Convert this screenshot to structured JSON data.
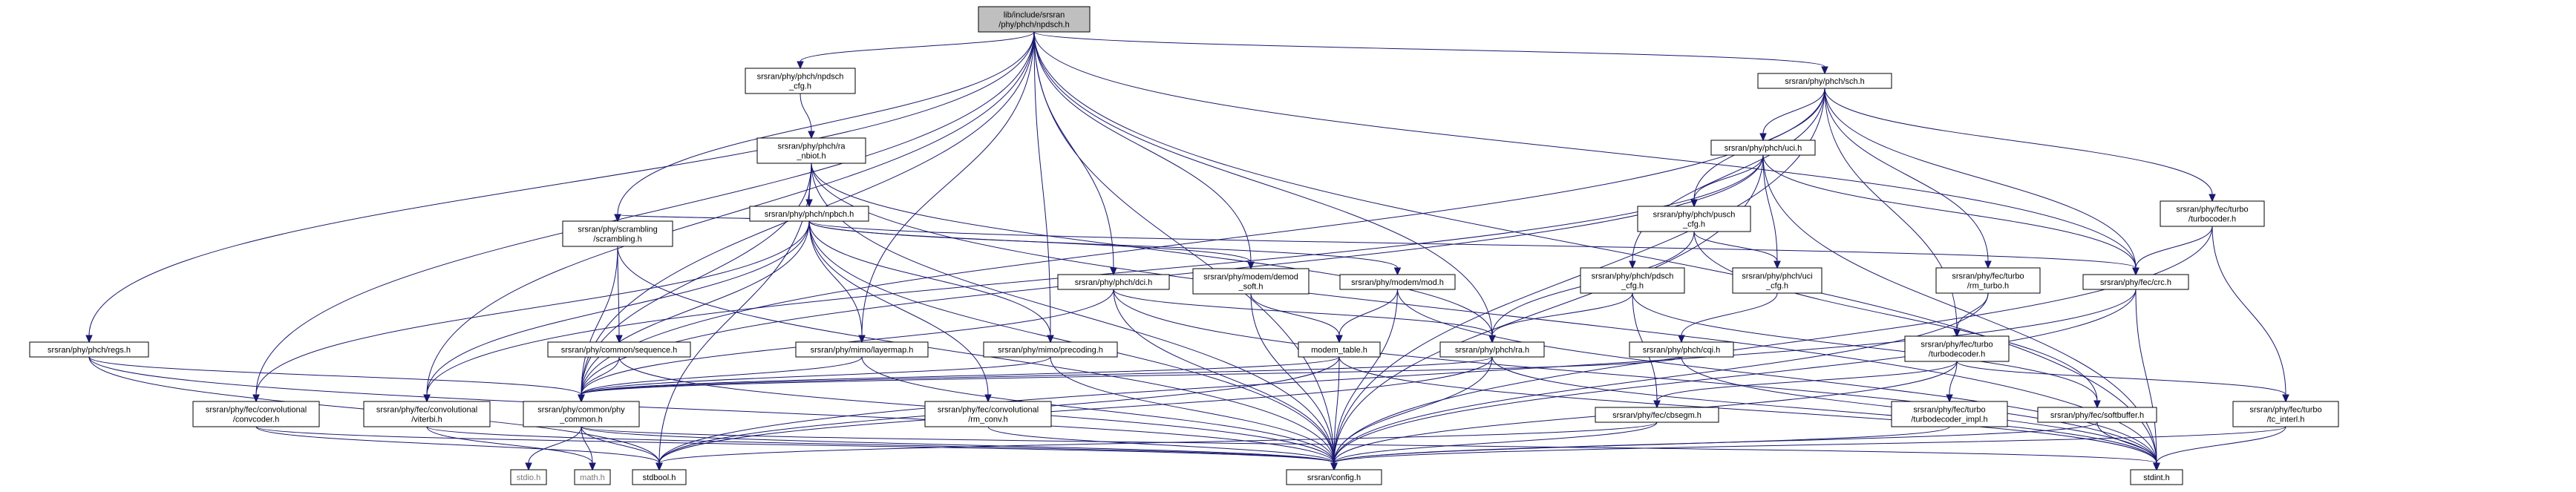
{
  "colors": {
    "edge": "#191970",
    "root_fill": "#bfbfbf",
    "node_fill": "#ffffff",
    "external_text": "#777777"
  },
  "nodes": [
    {
      "id": "root",
      "lines": [
        "lib/include/srsran",
        "/phy/phch/npdsch.h"
      ],
      "kind": "root"
    },
    {
      "id": "npdsch_cfg",
      "lines": [
        "srsran/phy/phch/npdsch",
        "_cfg.h"
      ]
    },
    {
      "id": "sch",
      "lines": [
        "srsran/phy/phch/sch.h"
      ]
    },
    {
      "id": "ra_nbiot",
      "lines": [
        "srsran/phy/phch/ra",
        "_nbiot.h"
      ]
    },
    {
      "id": "uci",
      "lines": [
        "srsran/phy/phch/uci.h"
      ]
    },
    {
      "id": "npbch",
      "lines": [
        "srsran/phy/phch/npbch.h"
      ]
    },
    {
      "id": "pusch_cfg",
      "lines": [
        "srsran/phy/phch/pusch",
        "_cfg.h"
      ]
    },
    {
      "id": "turbocoder",
      "lines": [
        "srsran/phy/fec/turbo",
        "/turbocoder.h"
      ]
    },
    {
      "id": "scrambling",
      "lines": [
        "srsran/phy/scrambling",
        "/scrambling.h"
      ]
    },
    {
      "id": "dci",
      "lines": [
        "srsran/phy/phch/dci.h"
      ]
    },
    {
      "id": "demod_soft",
      "lines": [
        "srsran/phy/modem/demod",
        "_soft.h"
      ]
    },
    {
      "id": "mod",
      "lines": [
        "srsran/phy/modem/mod.h"
      ]
    },
    {
      "id": "pdsch_cfg",
      "lines": [
        "srsran/phy/phch/pdsch",
        "_cfg.h"
      ]
    },
    {
      "id": "uci_cfg",
      "lines": [
        "srsran/phy/phch/uci",
        "_cfg.h"
      ]
    },
    {
      "id": "rm_turbo",
      "lines": [
        "srsran/phy/fec/turbo",
        "/rm_turbo.h"
      ]
    },
    {
      "id": "crc",
      "lines": [
        "srsran/phy/fec/crc.h"
      ]
    },
    {
      "id": "regs",
      "lines": [
        "srsran/phy/phch/regs.h"
      ]
    },
    {
      "id": "sequence",
      "lines": [
        "srsran/phy/common/sequence.h"
      ]
    },
    {
      "id": "layermap",
      "lines": [
        "srsran/phy/mimo/layermap.h"
      ]
    },
    {
      "id": "precoding",
      "lines": [
        "srsran/phy/mimo/precoding.h"
      ]
    },
    {
      "id": "modem_table",
      "lines": [
        "modem_table.h"
      ]
    },
    {
      "id": "ra",
      "lines": [
        "srsran/phy/phch/ra.h"
      ]
    },
    {
      "id": "cqi",
      "lines": [
        "srsran/phy/phch/cqi.h"
      ]
    },
    {
      "id": "turbodecoder",
      "lines": [
        "srsran/phy/fec/turbo",
        "/turbodecoder.h"
      ]
    },
    {
      "id": "convcoder",
      "lines": [
        "srsran/phy/fec/convolutional",
        "/convcoder.h"
      ]
    },
    {
      "id": "viterbi",
      "lines": [
        "srsran/phy/fec/convolutional",
        "/viterbi.h"
      ]
    },
    {
      "id": "phy_common",
      "lines": [
        "srsran/phy/common/phy",
        "_common.h"
      ]
    },
    {
      "id": "rm_conv",
      "lines": [
        "srsran/phy/fec/convolutional",
        "/rm_conv.h"
      ]
    },
    {
      "id": "cbsegm",
      "lines": [
        "srsran/phy/fec/cbsegm.h"
      ]
    },
    {
      "id": "td_impl",
      "lines": [
        "srsran/phy/fec/turbo",
        "/turbodecoder_impl.h"
      ]
    },
    {
      "id": "softbuffer",
      "lines": [
        "srsran/phy/fec/softbuffer.h"
      ]
    },
    {
      "id": "tc_interl",
      "lines": [
        "srsran/phy/fec/turbo",
        "/tc_interl.h"
      ]
    },
    {
      "id": "stdio",
      "lines": [
        "stdio.h"
      ],
      "kind": "ext"
    },
    {
      "id": "math",
      "lines": [
        "math.h"
      ],
      "kind": "ext"
    },
    {
      "id": "stdbool",
      "lines": [
        "stdbool.h"
      ]
    },
    {
      "id": "config",
      "lines": [
        "srsran/config.h"
      ]
    },
    {
      "id": "stdint",
      "lines": [
        "stdint.h"
      ]
    }
  ],
  "edges": [
    [
      "root",
      "npdsch_cfg"
    ],
    [
      "root",
      "sch"
    ],
    [
      "root",
      "scrambling"
    ],
    [
      "root",
      "dci"
    ],
    [
      "root",
      "demod_soft"
    ],
    [
      "root",
      "layermap"
    ],
    [
      "root",
      "precoding"
    ],
    [
      "root",
      "regs"
    ],
    [
      "root",
      "phy_common"
    ],
    [
      "root",
      "config"
    ],
    [
      "root",
      "crc"
    ],
    [
      "root",
      "viterbi"
    ],
    [
      "root",
      "convcoder"
    ],
    [
      "root",
      "stdint"
    ],
    [
      "root",
      "ra"
    ],
    [
      "npdsch_cfg",
      "ra_nbiot"
    ],
    [
      "ra_nbiot",
      "npbch"
    ],
    [
      "ra_nbiot",
      "phy_common"
    ],
    [
      "ra_nbiot",
      "config"
    ],
    [
      "ra_nbiot",
      "ra"
    ],
    [
      "ra_nbiot",
      "stdint"
    ],
    [
      "ra_nbiot",
      "stdbool"
    ],
    [
      "sch",
      "uci"
    ],
    [
      "sch",
      "pusch_cfg"
    ],
    [
      "sch",
      "pdsch_cfg"
    ],
    [
      "sch",
      "rm_turbo"
    ],
    [
      "sch",
      "turbocoder"
    ],
    [
      "sch",
      "turbodecoder"
    ],
    [
      "sch",
      "crc"
    ],
    [
      "sch",
      "phy_common"
    ],
    [
      "sch",
      "config"
    ],
    [
      "uci",
      "pusch_cfg"
    ],
    [
      "uci",
      "uci_cfg"
    ],
    [
      "uci",
      "crc"
    ],
    [
      "uci",
      "phy_common"
    ],
    [
      "uci",
      "config"
    ],
    [
      "uci",
      "viterbi"
    ],
    [
      "uci",
      "stdint"
    ],
    [
      "npbch",
      "scrambling"
    ],
    [
      "npbch",
      "demod_soft"
    ],
    [
      "npbch",
      "mod"
    ],
    [
      "npbch",
      "layermap"
    ],
    [
      "npbch",
      "precoding"
    ],
    [
      "npbch",
      "crc"
    ],
    [
      "npbch",
      "convcoder"
    ],
    [
      "npbch",
      "viterbi"
    ],
    [
      "npbch",
      "rm_conv"
    ],
    [
      "npbch",
      "phy_common"
    ],
    [
      "npbch",
      "config"
    ],
    [
      "pusch_cfg",
      "uci_cfg"
    ],
    [
      "pusch_cfg",
      "ra"
    ],
    [
      "pusch_cfg",
      "softbuffer"
    ],
    [
      "turbocoder",
      "crc"
    ],
    [
      "turbocoder",
      "tc_interl"
    ],
    [
      "turbocoder",
      "config"
    ],
    [
      "scrambling",
      "sequence"
    ],
    [
      "scrambling",
      "phy_common"
    ],
    [
      "scrambling",
      "config"
    ],
    [
      "dci",
      "ra"
    ],
    [
      "dci",
      "phy_common"
    ],
    [
      "dci",
      "config"
    ],
    [
      "dci",
      "stdint"
    ],
    [
      "demod_soft",
      "modem_table"
    ],
    [
      "demod_soft",
      "config"
    ],
    [
      "mod",
      "modem_table"
    ],
    [
      "mod",
      "config"
    ],
    [
      "mod",
      "stdint"
    ],
    [
      "pdsch_cfg",
      "ra"
    ],
    [
      "pdsch_cfg",
      "cbsegm"
    ],
    [
      "pdsch_cfg",
      "softbuffer"
    ],
    [
      "uci_cfg",
      "cqi"
    ],
    [
      "rm_turbo",
      "turbodecoder"
    ],
    [
      "rm_turbo",
      "config"
    ],
    [
      "crc",
      "config"
    ],
    [
      "crc",
      "stdint"
    ],
    [
      "crc",
      "stdbool"
    ],
    [
      "regs",
      "phy_common"
    ],
    [
      "regs",
      "config"
    ],
    [
      "regs",
      "stdbool"
    ],
    [
      "sequence",
      "phy_common"
    ],
    [
      "sequence",
      "config"
    ],
    [
      "layermap",
      "phy_common"
    ],
    [
      "layermap",
      "config"
    ],
    [
      "precoding",
      "phy_common"
    ],
    [
      "precoding",
      "config"
    ],
    [
      "modem_table",
      "phy_common"
    ],
    [
      "modem_table",
      "config"
    ],
    [
      "modem_table",
      "stdint"
    ],
    [
      "modem_table",
      "stdbool"
    ],
    [
      "ra",
      "phy_common"
    ],
    [
      "ra",
      "config"
    ],
    [
      "ra",
      "stdint"
    ],
    [
      "ra",
      "stdbool"
    ],
    [
      "cqi",
      "phy_common"
    ],
    [
      "cqi",
      "stdint"
    ],
    [
      "turbodecoder",
      "td_impl"
    ],
    [
      "turbodecoder",
      "tc_interl"
    ],
    [
      "turbodecoder",
      "cbsegm"
    ],
    [
      "turbodecoder",
      "config"
    ],
    [
      "convcoder",
      "config"
    ],
    [
      "convcoder",
      "stdbool"
    ],
    [
      "viterbi",
      "config"
    ],
    [
      "viterbi",
      "math"
    ],
    [
      "phy_common",
      "stdio"
    ],
    [
      "phy_common",
      "math"
    ],
    [
      "phy_common",
      "stdbool"
    ],
    [
      "phy_common",
      "config"
    ],
    [
      "phy_common",
      "stdint"
    ],
    [
      "rm_conv",
      "config"
    ],
    [
      "cbsegm",
      "config"
    ],
    [
      "cbsegm",
      "stdbool"
    ],
    [
      "td_impl",
      "config"
    ],
    [
      "softbuffer",
      "config"
    ],
    [
      "softbuffer",
      "stdint"
    ],
    [
      "tc_interl",
      "config"
    ],
    [
      "tc_interl",
      "stdint"
    ]
  ]
}
